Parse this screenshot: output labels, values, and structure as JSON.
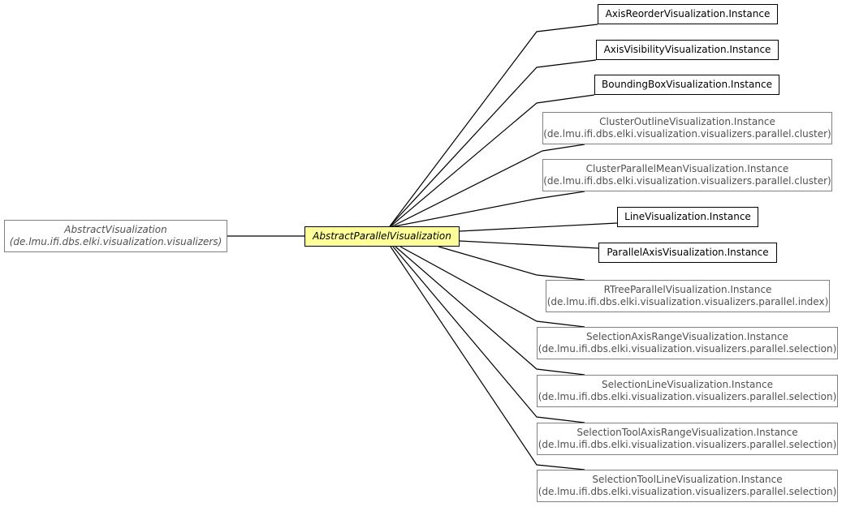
{
  "parent": {
    "name": "AbstractVisualization",
    "package": "(de.lmu.ifi.dbs.elki.visualization.visualizers)"
  },
  "center": {
    "name": "AbstractParallelVisualization"
  },
  "children": [
    {
      "name": "AxisReorderVisualization.Instance",
      "package": ""
    },
    {
      "name": "AxisVisibilityVisualization.Instance",
      "package": ""
    },
    {
      "name": "BoundingBoxVisualization.Instance",
      "package": ""
    },
    {
      "name": "ClusterOutlineVisualization.Instance",
      "package": "(de.lmu.ifi.dbs.elki.visualization.visualizers.parallel.cluster)"
    },
    {
      "name": "ClusterParallelMeanVisualization.Instance",
      "package": "(de.lmu.ifi.dbs.elki.visualization.visualizers.parallel.cluster)"
    },
    {
      "name": "LineVisualization.Instance",
      "package": ""
    },
    {
      "name": "ParallelAxisVisualization.Instance",
      "package": ""
    },
    {
      "name": "RTreeParallelVisualization.Instance",
      "package": "(de.lmu.ifi.dbs.elki.visualization.visualizers.parallel.index)"
    },
    {
      "name": "SelectionAxisRangeVisualization.Instance",
      "package": "(de.lmu.ifi.dbs.elki.visualization.visualizers.parallel.selection)"
    },
    {
      "name": "SelectionLineVisualization.Instance",
      "package": "(de.lmu.ifi.dbs.elki.visualization.visualizers.parallel.selection)"
    },
    {
      "name": "SelectionToolAxisRangeVisualization.Instance",
      "package": "(de.lmu.ifi.dbs.elki.visualization.visualizers.parallel.selection)"
    },
    {
      "name": "SelectionToolLineVisualization.Instance",
      "package": "(de.lmu.ifi.dbs.elki.visualization.visualizers.parallel.selection)"
    }
  ]
}
